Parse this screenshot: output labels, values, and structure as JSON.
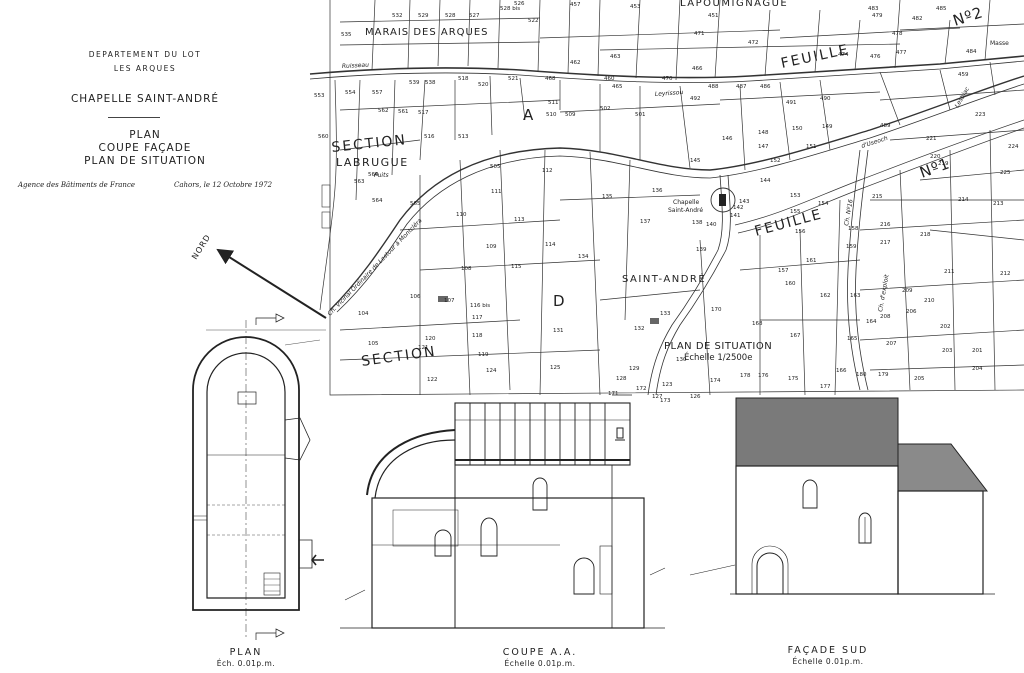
{
  "header": {
    "departement": "DEPARTEMENT DU LOT",
    "commune": "LES ARQUES",
    "monument": "CHAPELLE SAINT-ANDRÉ",
    "content_line1": "PLAN",
    "content_line2": "COUPE FAÇADE",
    "content_line3": "PLAN DE SITUATION",
    "agency": "Agence des Bâtiments de France",
    "place_date": "Cahors, le 12 Octobre 1972"
  },
  "compass": {
    "label": "NORD"
  },
  "map": {
    "places": {
      "lapoumignague": "LAPOUMIGNAGUE",
      "marais": "MARAIS DES ARQUES",
      "saint_andre": "SAINT-ANDRÉ",
      "chapelle_1": "Chapelle",
      "chapelle_2": "Saint-André",
      "masse": "Masse"
    },
    "sections": {
      "section_a_1": "SECTION",
      "section_a_2": "A",
      "labrugue": "LABRUGUE",
      "section_d_1": "SECTION",
      "section_d_2": "D",
      "feuille_1": "FEUILLE",
      "no_1": "Nº1",
      "feuille_2": "FEUILLE",
      "no_2": "Nº2"
    },
    "roads": {
      "ruisseau": "Ruisseau",
      "vicinal": "Ch. Vicinal Ordinaire de Lestour à Montcléra",
      "leyrissou": "Leyrissou",
      "useoch": "d'Useoch",
      "lesbiac": "Lesbiac",
      "ch16": "Ch. Nº16",
      "exploit": "Ch. d'exploit",
      "puits": "Puits"
    },
    "situation_title": "PLAN DE SITUATION",
    "situation_scale": "Échelle 1/2500e",
    "parcels": [
      {
        "n": "532"
      },
      {
        "n": "529"
      },
      {
        "n": "528"
      },
      {
        "n": "527"
      },
      {
        "n": "528 bis"
      },
      {
        "n": "535"
      },
      {
        "n": "526"
      },
      {
        "n": "522"
      },
      {
        "n": "457"
      },
      {
        "n": "453"
      },
      {
        "n": "451"
      },
      {
        "n": "479"
      },
      {
        "n": "478"
      },
      {
        "n": "482"
      },
      {
        "n": "483"
      },
      {
        "n": "485"
      },
      {
        "n": "553"
      },
      {
        "n": "554"
      },
      {
        "n": "557"
      },
      {
        "n": "539"
      },
      {
        "n": "538"
      },
      {
        "n": "518"
      },
      {
        "n": "520"
      },
      {
        "n": "521"
      },
      {
        "n": "511"
      },
      {
        "n": "510"
      },
      {
        "n": "509"
      },
      {
        "n": "502"
      },
      {
        "n": "501"
      },
      {
        "n": "492"
      },
      {
        "n": "488"
      },
      {
        "n": "487"
      },
      {
        "n": "486"
      },
      {
        "n": "491"
      },
      {
        "n": "490"
      },
      {
        "n": "474"
      },
      {
        "n": "476"
      },
      {
        "n": "477"
      },
      {
        "n": "472"
      },
      {
        "n": "471"
      },
      {
        "n": "470"
      },
      {
        "n": "466"
      },
      {
        "n": "468"
      },
      {
        "n": "462"
      },
      {
        "n": "463"
      },
      {
        "n": "465"
      },
      {
        "n": "459"
      },
      {
        "n": "484"
      },
      {
        "n": "460"
      },
      {
        "n": "560"
      },
      {
        "n": "562"
      },
      {
        "n": "561"
      },
      {
        "n": "517"
      },
      {
        "n": "513"
      },
      {
        "n": "516"
      },
      {
        "n": "505"
      },
      {
        "n": "146"
      },
      {
        "n": "148"
      },
      {
        "n": "150"
      },
      {
        "n": "151"
      },
      {
        "n": "147"
      },
      {
        "n": "149"
      },
      {
        "n": "489"
      },
      {
        "n": "221"
      },
      {
        "n": "223"
      },
      {
        "n": "224"
      },
      {
        "n": "563"
      },
      {
        "n": "566"
      },
      {
        "n": "564"
      },
      {
        "n": "565"
      },
      {
        "n": "112"
      },
      {
        "n": "145"
      },
      {
        "n": "144"
      },
      {
        "n": "152"
      },
      {
        "n": "153"
      },
      {
        "n": "154"
      },
      {
        "n": "215"
      },
      {
        "n": "220"
      },
      {
        "n": "219"
      },
      {
        "n": "225"
      },
      {
        "n": "111"
      },
      {
        "n": "110"
      },
      {
        "n": "113"
      },
      {
        "n": "135"
      },
      {
        "n": "136"
      },
      {
        "n": "137"
      },
      {
        "n": "138"
      },
      {
        "n": "140"
      },
      {
        "n": "143"
      },
      {
        "n": "142"
      },
      {
        "n": "141"
      },
      {
        "n": "155"
      },
      {
        "n": "156"
      },
      {
        "n": "216"
      },
      {
        "n": "214"
      },
      {
        "n": "213"
      },
      {
        "n": "109"
      },
      {
        "n": "114"
      },
      {
        "n": "134"
      },
      {
        "n": "139"
      },
      {
        "n": "158"
      },
      {
        "n": "159"
      },
      {
        "n": "217"
      },
      {
        "n": "218"
      },
      {
        "n": "108"
      },
      {
        "n": "115"
      },
      {
        "n": "157"
      },
      {
        "n": "161"
      },
      {
        "n": "160"
      },
      {
        "n": "163"
      },
      {
        "n": "162"
      },
      {
        "n": "211"
      },
      {
        "n": "212"
      },
      {
        "n": "106"
      },
      {
        "n": "107"
      },
      {
        "n": "116 bis"
      },
      {
        "n": "117"
      },
      {
        "n": "170"
      },
      {
        "n": "209"
      },
      {
        "n": "210"
      },
      {
        "n": "104"
      },
      {
        "n": "105"
      },
      {
        "n": "118"
      },
      {
        "n": "120"
      },
      {
        "n": "121"
      },
      {
        "n": "119"
      },
      {
        "n": "131"
      },
      {
        "n": "132"
      },
      {
        "n": "133"
      },
      {
        "n": "168"
      },
      {
        "n": "164"
      },
      {
        "n": "208"
      },
      {
        "n": "206"
      },
      {
        "n": "202"
      },
      {
        "n": "201"
      },
      {
        "n": "122"
      },
      {
        "n": "124"
      },
      {
        "n": "125"
      },
      {
        "n": "129"
      },
      {
        "n": "130"
      },
      {
        "n": "167"
      },
      {
        "n": "165"
      },
      {
        "n": "166"
      },
      {
        "n": "207"
      },
      {
        "n": "205"
      },
      {
        "n": "203"
      },
      {
        "n": "204"
      },
      {
        "n": "123"
      },
      {
        "n": "128"
      },
      {
        "n": "127"
      },
      {
        "n": "126"
      },
      {
        "n": "174"
      },
      {
        "n": "178"
      },
      {
        "n": "176"
      },
      {
        "n": "175"
      },
      {
        "n": "177"
      },
      {
        "n": "179"
      },
      {
        "n": "180"
      },
      {
        "n": "171"
      },
      {
        "n": "172"
      },
      {
        "n": "173"
      }
    ]
  },
  "drawings": {
    "plan": {
      "label": "PLAN",
      "scale": "Éch. 0.01p.m."
    },
    "coupe": {
      "label": "COUPE A.A.",
      "scale": "Échelle 0.01p.m."
    },
    "facade": {
      "label": "FAÇADE SUD",
      "scale": "Échelle 0.01p.m."
    }
  }
}
